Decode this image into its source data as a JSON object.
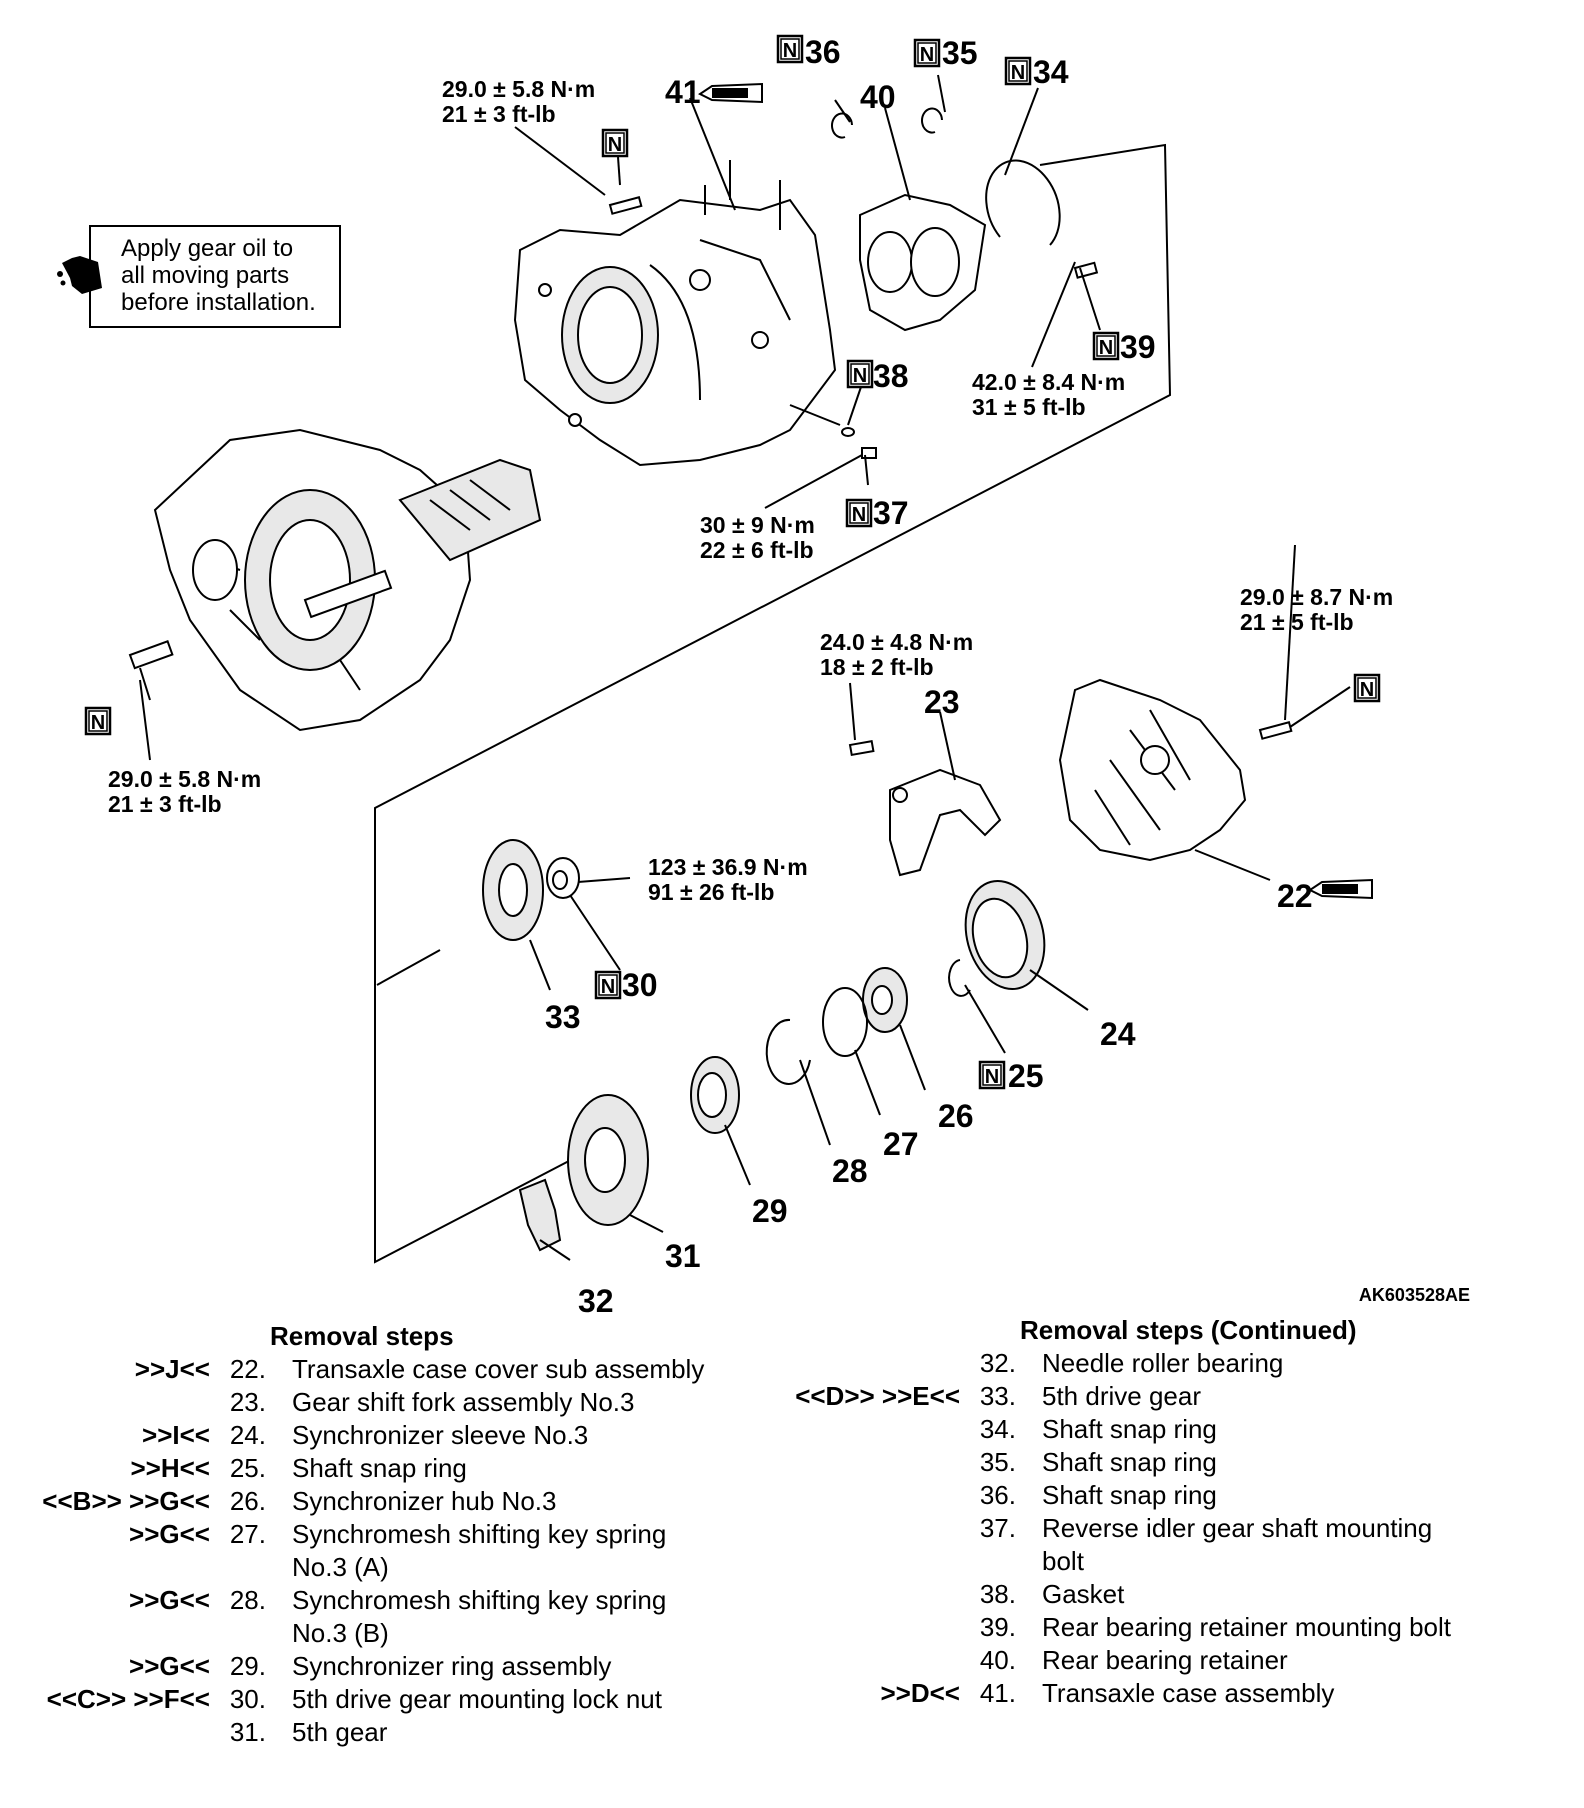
{
  "note": {
    "icon": "gear-oil-can-icon",
    "lines": [
      "Apply gear oil to",
      "all moving parts",
      "before installation."
    ]
  },
  "figure_ref": "AK603528AE",
  "new_part_mark": "N",
  "callouts": {
    "c22": "22",
    "c23": "23",
    "c24": "24",
    "c25": "25",
    "c26": "26",
    "c27": "27",
    "c28": "28",
    "c29": "29",
    "c30": "30",
    "c31": "31",
    "c32": "32",
    "c33": "33",
    "c34": "34",
    "c35": "35",
    "c36": "36",
    "c37": "37",
    "c38": "38",
    "c39": "39",
    "c40": "40",
    "c41": "41"
  },
  "torques": {
    "t1": [
      "29.0 ± 5.8 N·m",
      "21 ± 3 ft-lb"
    ],
    "t2": [
      "42.0 ± 8.4 N·m",
      "31 ± 5 ft-lb"
    ],
    "t3": [
      "30 ± 9 N·m",
      "22 ± 6 ft-lb"
    ],
    "t4": [
      "29.0 ± 8.7 N·m",
      "21 ± 5 ft-lb"
    ],
    "t5": [
      "24.0 ± 4.8 N·m",
      "18 ± 2 ft-lb"
    ],
    "t6": [
      "29.0 ± 5.8 N·m",
      "21 ± 3 ft-lb"
    ],
    "t7": [
      "123 ± 36.9 N·m",
      "91 ± 26 ft-lb"
    ]
  },
  "steps_left": {
    "header": "Removal steps",
    "items": [
      {
        "code": ">>J<<",
        "num": "22.",
        "text": "Transaxle case cover sub assembly"
      },
      {
        "code": "",
        "num": "23.",
        "text": "Gear shift fork assembly No.3"
      },
      {
        "code": ">>I<<",
        "num": "24.",
        "text": "Synchronizer sleeve No.3"
      },
      {
        "code": ">>H<<",
        "num": "25.",
        "text": "Shaft snap ring"
      },
      {
        "code": "<<B>> >>G<<",
        "num": "26.",
        "text": "Synchronizer hub No.3"
      },
      {
        "code": ">>G<<",
        "num": "27.",
        "text": "Synchromesh shifting key spring\nNo.3 (A)"
      },
      {
        "code": ">>G<<",
        "num": "28.",
        "text": "Synchromesh shifting key spring\nNo.3 (B)"
      },
      {
        "code": ">>G<<",
        "num": "29.",
        "text": "Synchronizer ring assembly"
      },
      {
        "code": "<<C>> >>F<<",
        "num": "30.",
        "text": "5th drive gear mounting lock nut"
      },
      {
        "code": "",
        "num": "31.",
        "text": "5th gear"
      }
    ]
  },
  "steps_right": {
    "header": "Removal steps (Continued)",
    "items": [
      {
        "code": "",
        "num": "32.",
        "text": "Needle roller bearing"
      },
      {
        "code": "<<D>> >>E<<",
        "num": "33.",
        "text": "5th drive gear"
      },
      {
        "code": "",
        "num": "34.",
        "text": "Shaft snap ring"
      },
      {
        "code": "",
        "num": "35.",
        "text": "Shaft snap ring"
      },
      {
        "code": "",
        "num": "36.",
        "text": "Shaft snap ring"
      },
      {
        "code": "",
        "num": "37.",
        "text": "Reverse idler gear shaft mounting\nbolt"
      },
      {
        "code": "",
        "num": "38.",
        "text": "Gasket"
      },
      {
        "code": "",
        "num": "39.",
        "text": "Rear bearing retainer mounting bolt"
      },
      {
        "code": "",
        "num": "40.",
        "text": "Rear bearing retainer"
      },
      {
        "code": ">>D<<",
        "num": "41.",
        "text": "Transaxle case assembly"
      }
    ]
  }
}
